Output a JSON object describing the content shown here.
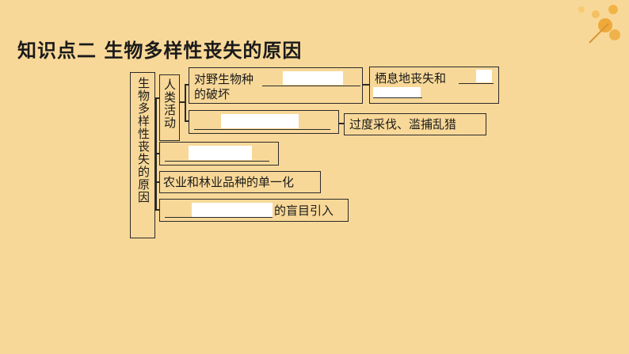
{
  "title": "知识点二  生物多样性丧失的原因",
  "diagram": {
    "root": "生物多样性丧失的原因",
    "human_activity": "人类活动",
    "habitat_prefix": "对野生物种",
    "habitat_suffix": "的破坏",
    "habitat_result": "栖息地丧失和",
    "overharvest": "过度采伐、滥捕乱猎",
    "agriculture": "农业和林业品种的单一化",
    "invasion_suffix": "的盲目引入"
  }
}
